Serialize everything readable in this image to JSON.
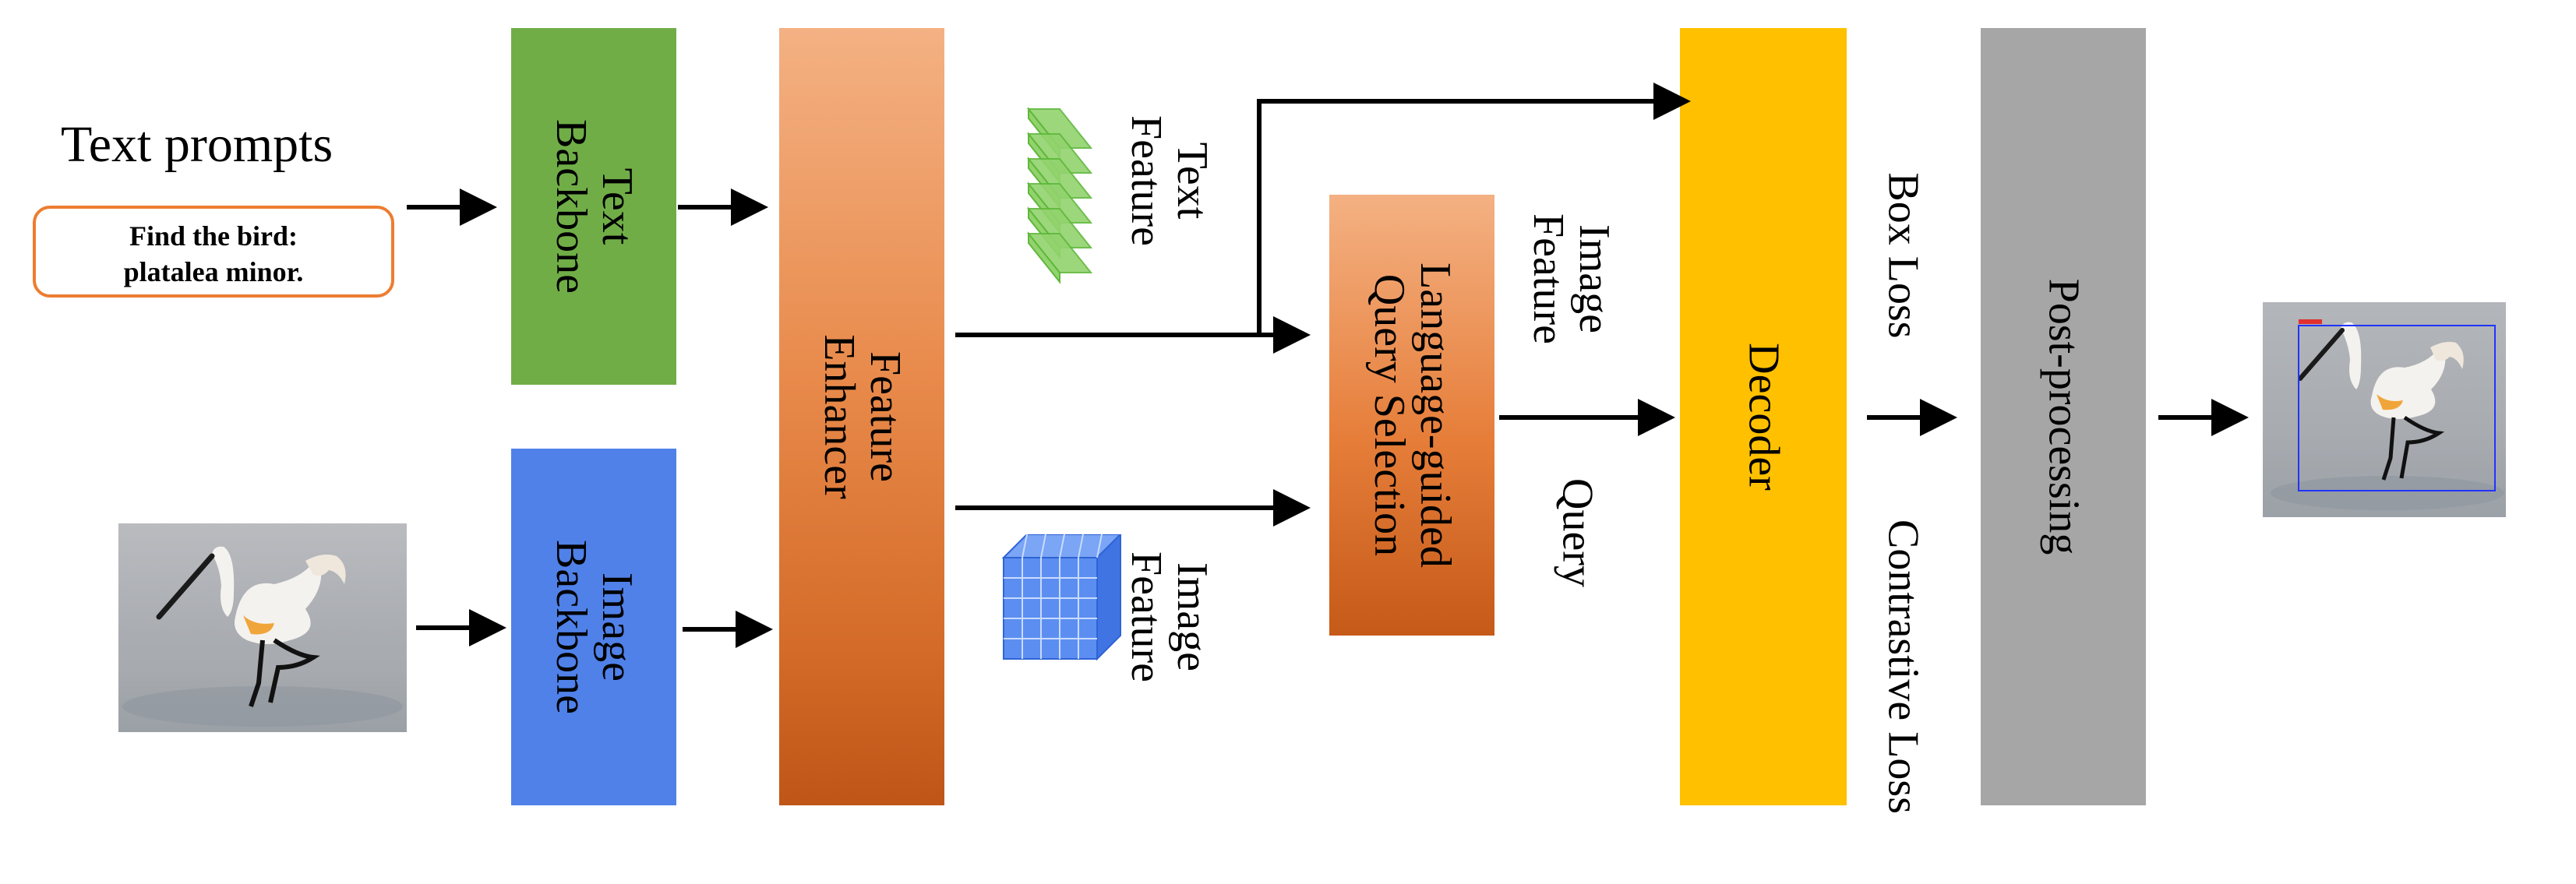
{
  "prompt": {
    "heading": "Text prompts",
    "line1": "Find the bird:",
    "line2": "platalea minor."
  },
  "blocks": {
    "text_backbone": {
      "line1": "Text",
      "line2": "Backbone"
    },
    "image_backbone": {
      "line1": "Image",
      "line2": "Backbone"
    },
    "feature_enhancer": {
      "line1": "Feature",
      "line2": "Enhancer"
    },
    "query_selection": {
      "line1": "Language-guided",
      "line2": "Query Selection"
    },
    "decoder": {
      "line1": "Decoder"
    },
    "post_processing": {
      "line1": "Post-processing"
    }
  },
  "labels": {
    "text_feature": {
      "line1": "Text",
      "line2": "Feature"
    },
    "image_feature_mid": {
      "line1": "Image",
      "line2": "Feature"
    },
    "image_feature_top": {
      "line1": "Image",
      "line2": "Feature"
    },
    "query": "Query",
    "box_loss": "Box Loss",
    "contrastive_loss": "Contrastive Loss"
  },
  "colors": {
    "text_backbone": "#70ad47",
    "image_backbone": "#4f81e8",
    "enhancer_top": "#f4b183",
    "enhancer_bottom": "#c05a1a",
    "decoder": "#ffc000",
    "post_processing": "#a6a6a6",
    "prompt_border": "#ed7d31",
    "text_feature_icon": "#92d36e",
    "image_feature_icon": "#4f81e8"
  }
}
